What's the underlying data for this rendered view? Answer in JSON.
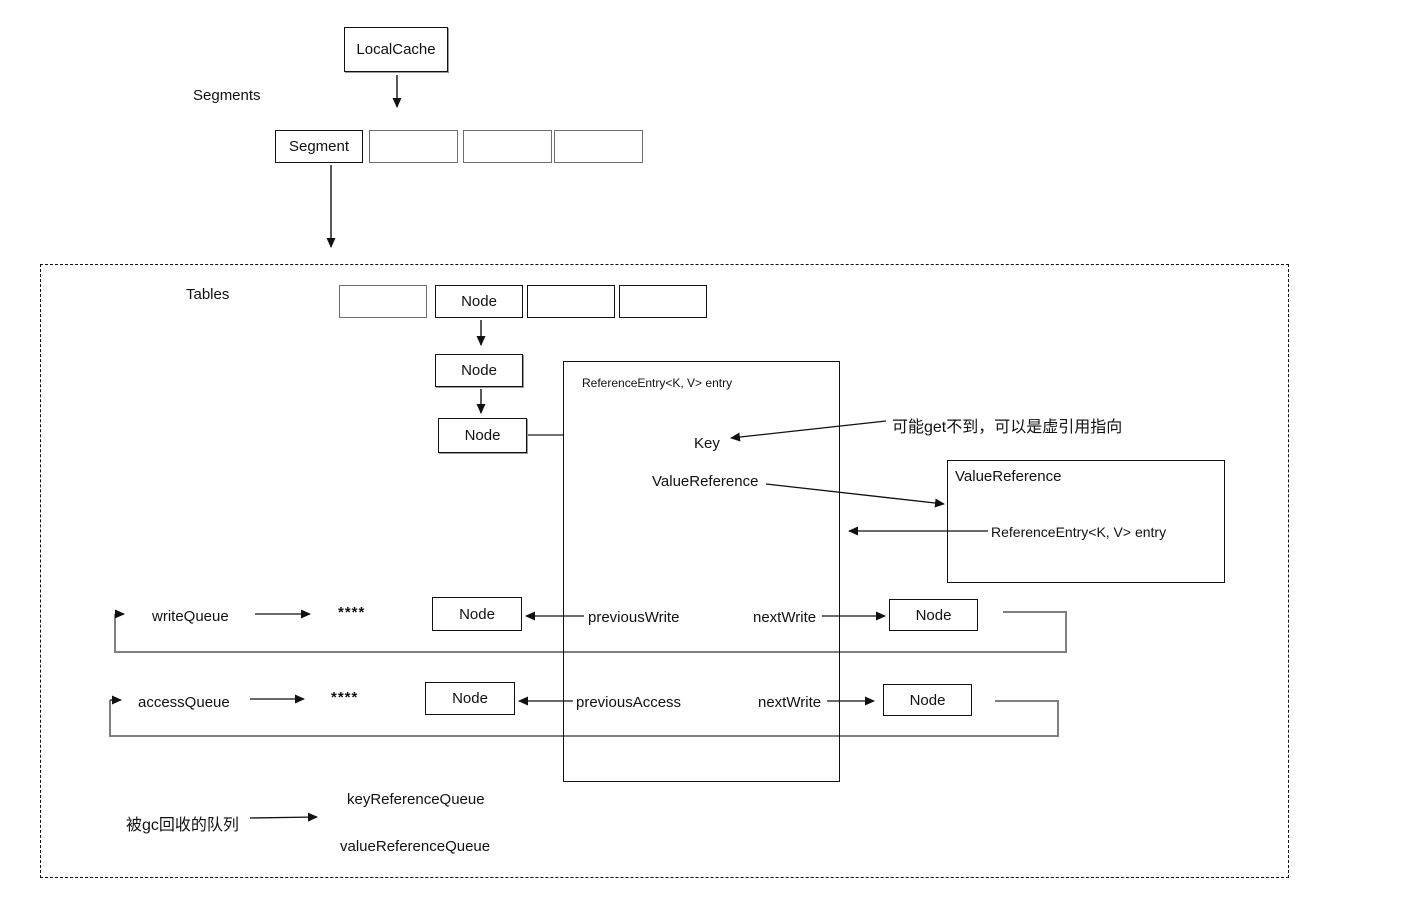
{
  "diagram": {
    "localcache": {
      "label": "LocalCache"
    },
    "segments": {
      "label": "Segments",
      "cells": [
        "Segment",
        "",
        "",
        ""
      ]
    },
    "tables": {
      "label": "Tables",
      "cells": [
        "",
        "Node",
        "",
        ""
      ]
    },
    "node_chain": {
      "node2": "Node",
      "node3": "Node"
    },
    "entry_box": {
      "title": "ReferenceEntry<K, V> entry",
      "key_label": "Key",
      "value_reference_label": "ValueReference"
    },
    "value_reference_box": {
      "title": "ValueReference",
      "entry_label": "ReferenceEntry<K, V> entry"
    },
    "annotations": {
      "key_note": "可能get不到，可以是虚引用指向",
      "gc_note": "被gc回收的队列"
    },
    "write_queue": {
      "label": "writeQueue",
      "stars": "****",
      "node_left": "Node",
      "previous_label": "previousWrite",
      "next_label": "nextWrite",
      "node_right": "Node"
    },
    "access_queue": {
      "label": "accessQueue",
      "stars": "****",
      "node_left": "Node",
      "previous_label": "previousAccess",
      "next_label": "nextWrite",
      "node_right": "Node"
    },
    "gc_queues": {
      "key_queue": "keyReferenceQueue",
      "value_queue": "valueReferenceQueue"
    },
    "colors": {
      "line": "#111111",
      "loop_line": "#808080"
    }
  }
}
